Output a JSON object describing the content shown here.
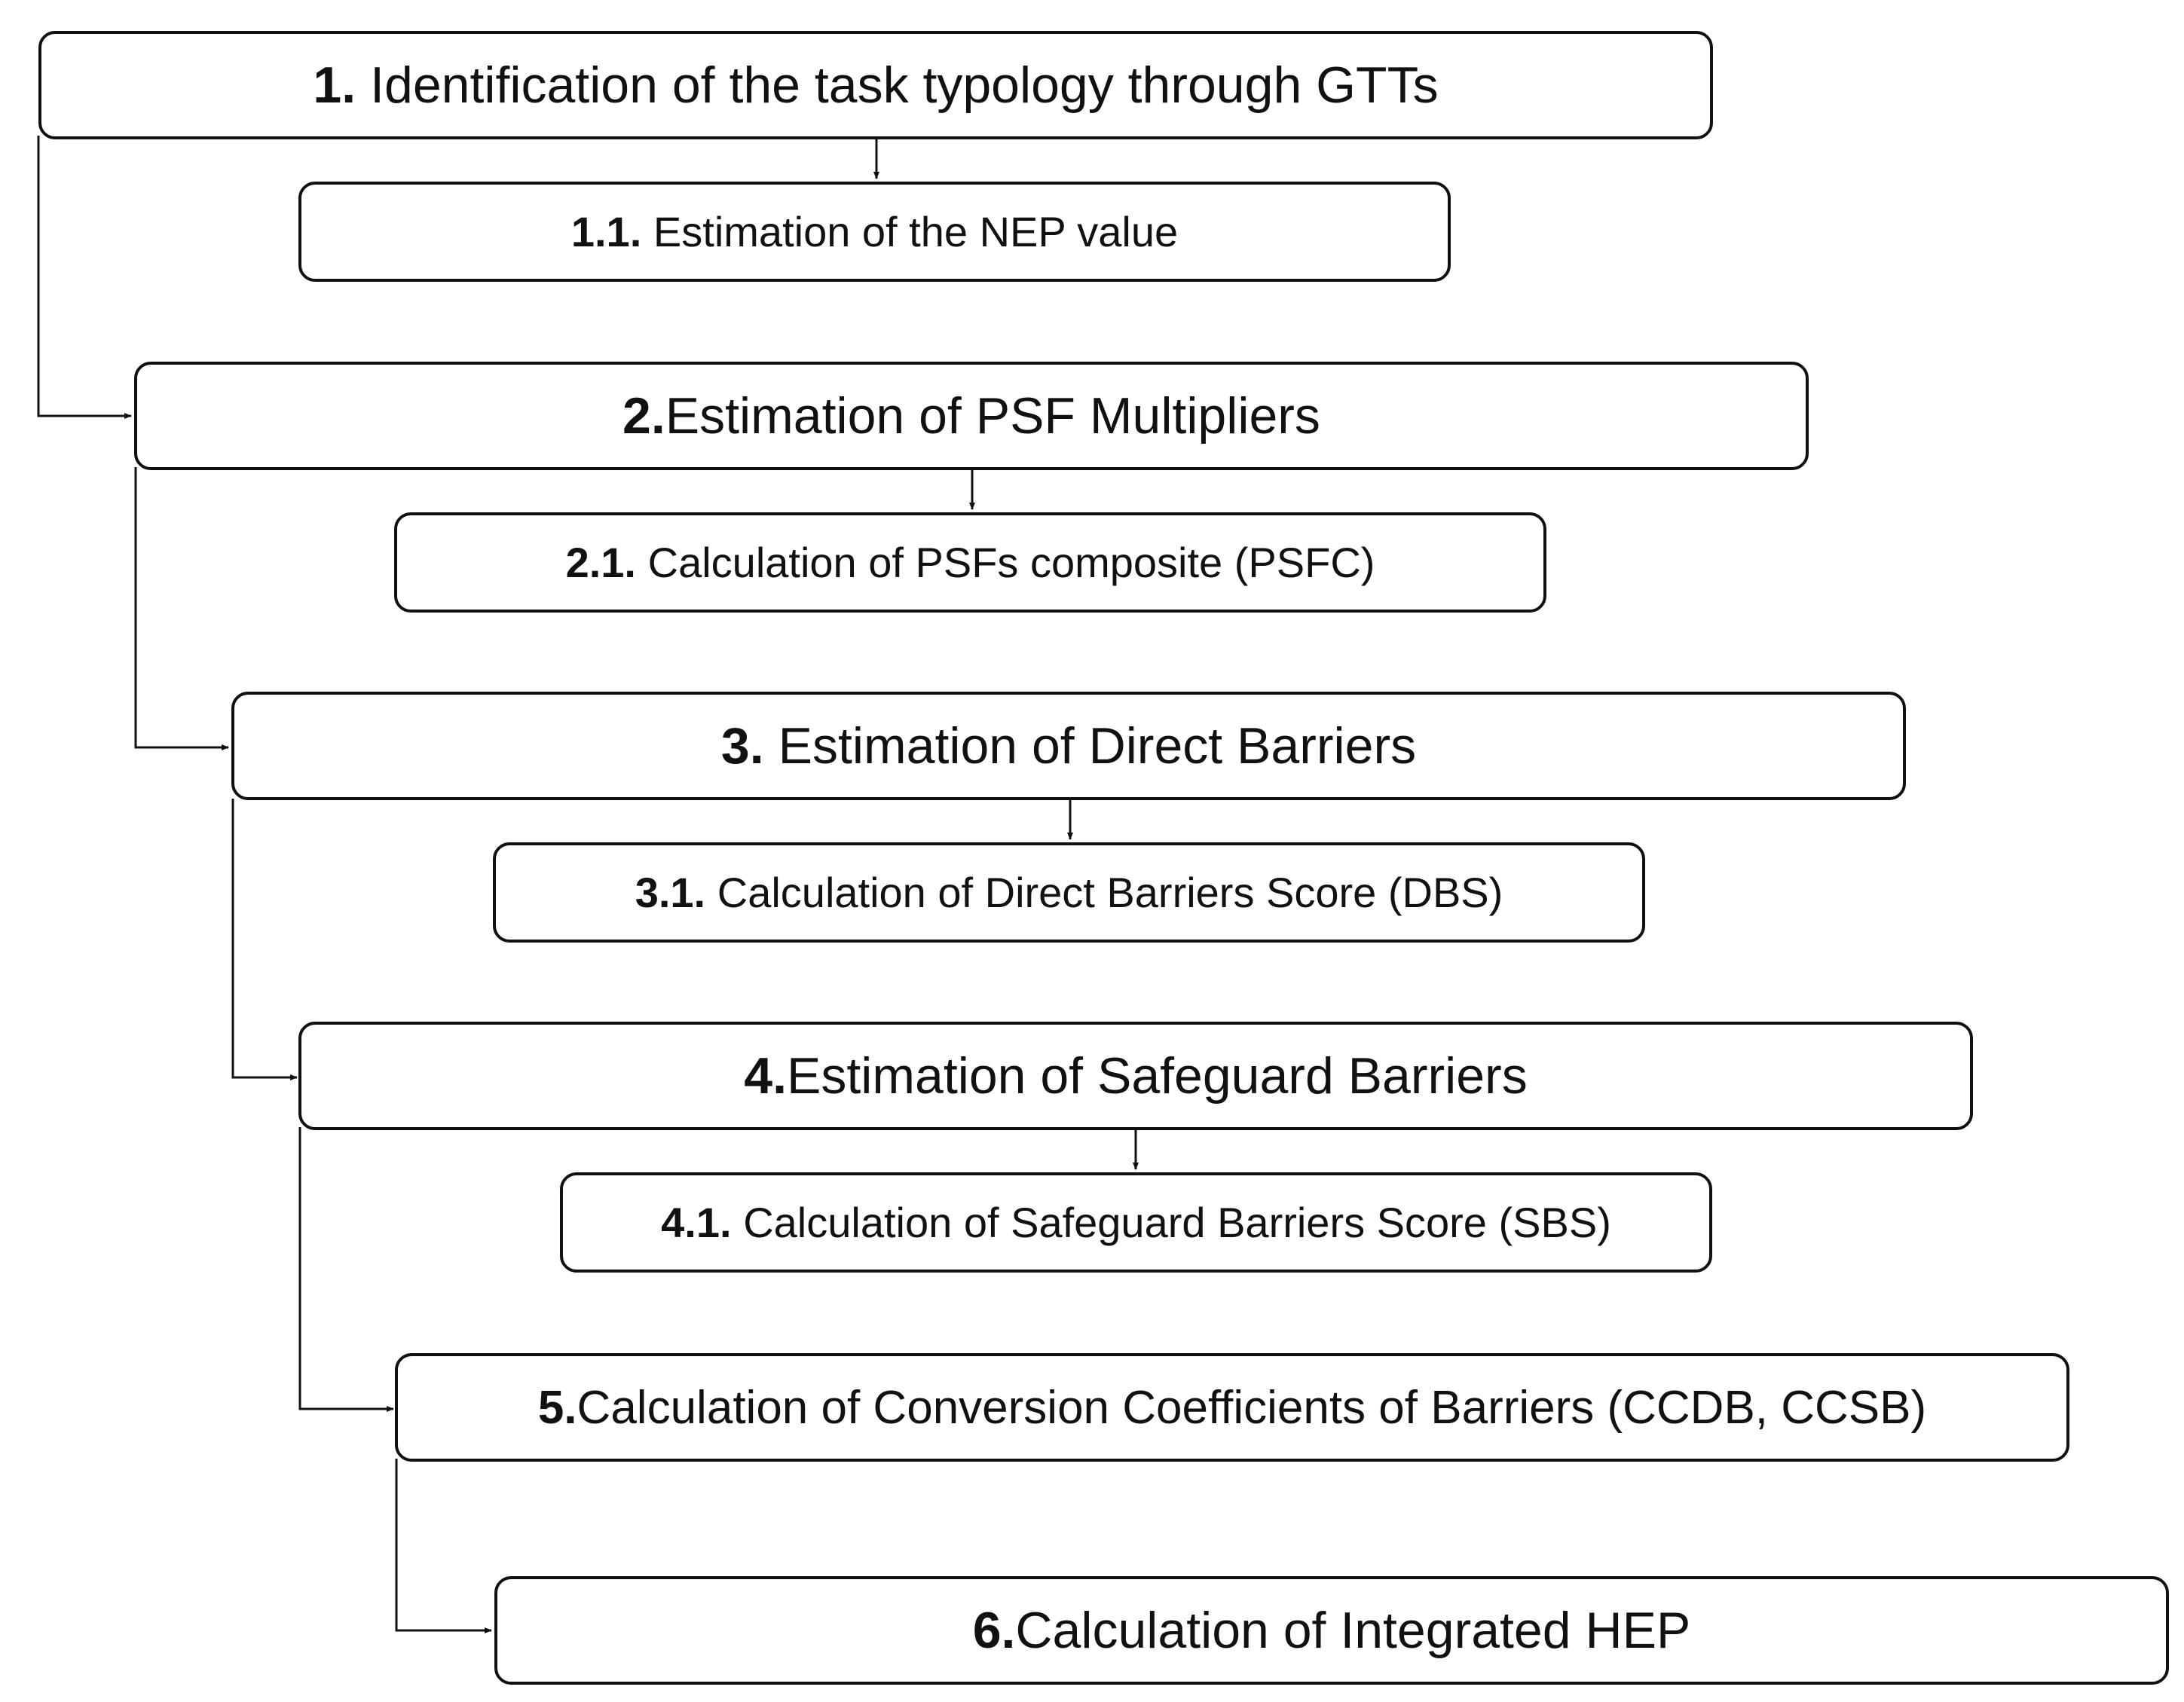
{
  "steps": [
    {
      "number": "1.",
      "spaced": true,
      "label": "Identification of the task typology through GTTs",
      "substep": {
        "number": "1.1.",
        "label": "Estimation of the NEP value"
      }
    },
    {
      "number": "2.",
      "spaced": false,
      "label": "Estimation of PSF Multipliers",
      "substep": {
        "number": "2.1.",
        "label": "Calculation of PSFs composite (PSFC)"
      }
    },
    {
      "number": "3.",
      "spaced": true,
      "label": "Estimation of Direct Barriers",
      "substep": {
        "number": "3.1.",
        "label": "Calculation of Direct Barriers Score (DBS)"
      }
    },
    {
      "number": "4.",
      "spaced": false,
      "label": "Estimation of Safeguard Barriers",
      "substep": {
        "number": "4.1.",
        "label": "Calculation of Safeguard Barriers Score (SBS)"
      }
    },
    {
      "number": "5.",
      "spaced": false,
      "label": "Calculation of Conversion Coefficients of Barriers (CCDB, CCSB)",
      "substep": null
    },
    {
      "number": "6.",
      "spaced": false,
      "label": "Calculation of Integrated HEP",
      "substep": null
    }
  ],
  "colors": {
    "stroke": "#111111",
    "background": "#ffffff"
  }
}
